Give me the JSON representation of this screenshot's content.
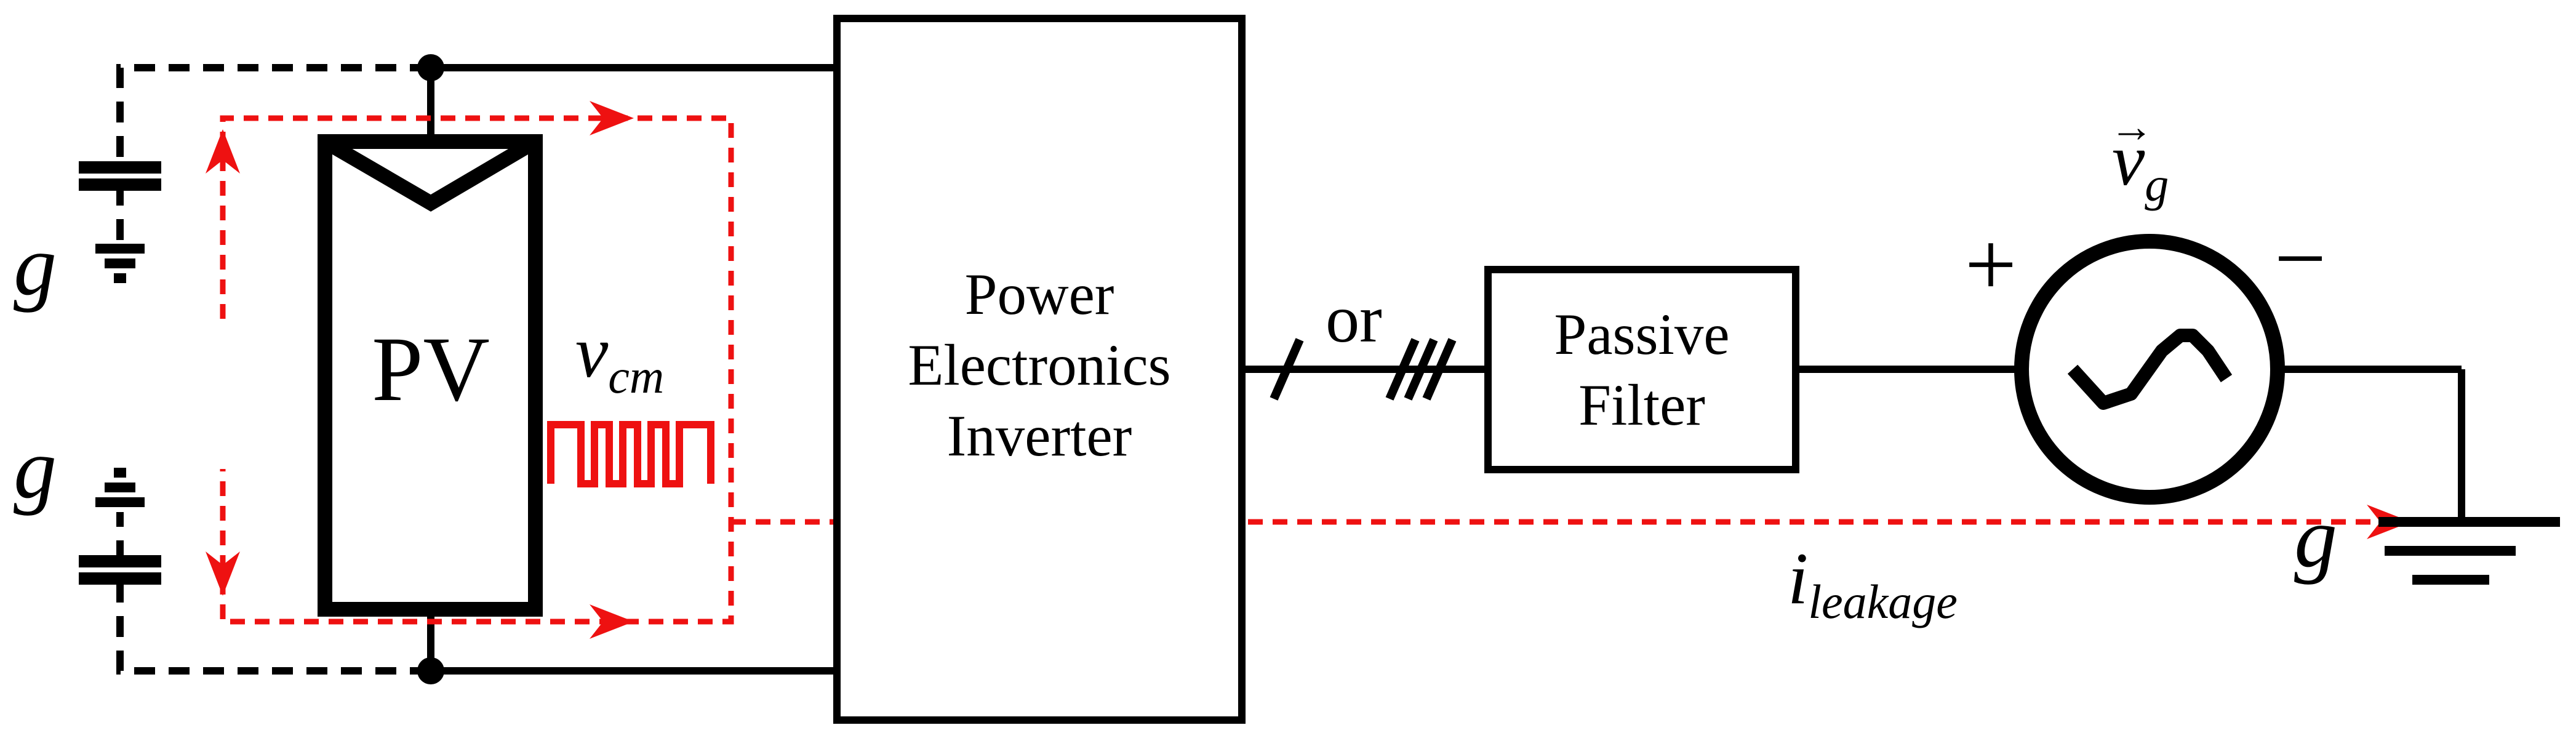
{
  "labels": {
    "pv": "PV",
    "vcm_main": "v",
    "vcm_sub": "cm",
    "inverter_line1": "Power",
    "inverter_line2": "Electronics",
    "inverter_line3": "Inverter",
    "or": "or",
    "filter_line1": "Passive",
    "filter_line2": "Filter",
    "vg_main": "v",
    "vg_sub": "g",
    "vg_arrow": "→",
    "plus": "+",
    "minus": "−",
    "ground_top": "g",
    "ground_bottom": "g",
    "ground_right": "g",
    "ileak_main": "i",
    "ileak_sub": "leakage"
  },
  "colors": {
    "wire": "#000000",
    "leakage_path": "#ee1111"
  }
}
